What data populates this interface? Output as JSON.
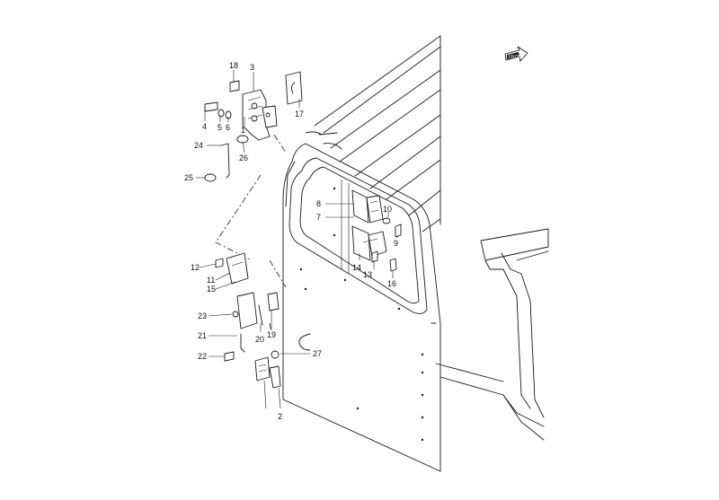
{
  "diagram": {
    "callouts": [
      {
        "id": "c-18",
        "text": "18"
      },
      {
        "id": "c-3",
        "text": "3"
      },
      {
        "id": "c-17",
        "text": "17"
      },
      {
        "id": "c-4a",
        "text": "4"
      },
      {
        "id": "c-5",
        "text": "5"
      },
      {
        "id": "c-6",
        "text": "6"
      },
      {
        "id": "c-1",
        "text": "1"
      },
      {
        "id": "c-24",
        "text": "24"
      },
      {
        "id": "c-26",
        "text": "26"
      },
      {
        "id": "c-25",
        "text": "25"
      },
      {
        "id": "c-8",
        "text": "8"
      },
      {
        "id": "c-7",
        "text": "7"
      },
      {
        "id": "c-10",
        "text": "10"
      },
      {
        "id": "c-9",
        "text": "9"
      },
      {
        "id": "c-14",
        "text": "14"
      },
      {
        "id": "c-13",
        "text": "13"
      },
      {
        "id": "c-16",
        "text": "16"
      },
      {
        "id": "c-12a",
        "text": "12"
      },
      {
        "id": "c-11",
        "text": "11"
      },
      {
        "id": "c-15",
        "text": "15"
      },
      {
        "id": "c-23",
        "text": "23"
      },
      {
        "id": "c-20",
        "text": "20"
      },
      {
        "id": "c-19",
        "text": "19"
      },
      {
        "id": "c-21",
        "text": "21"
      },
      {
        "id": "c-22",
        "text": "22"
      },
      {
        "id": "c-27",
        "text": "27"
      },
      {
        "id": "c-2",
        "text": "2"
      }
    ],
    "front_arrow_label": "FRONT"
  }
}
